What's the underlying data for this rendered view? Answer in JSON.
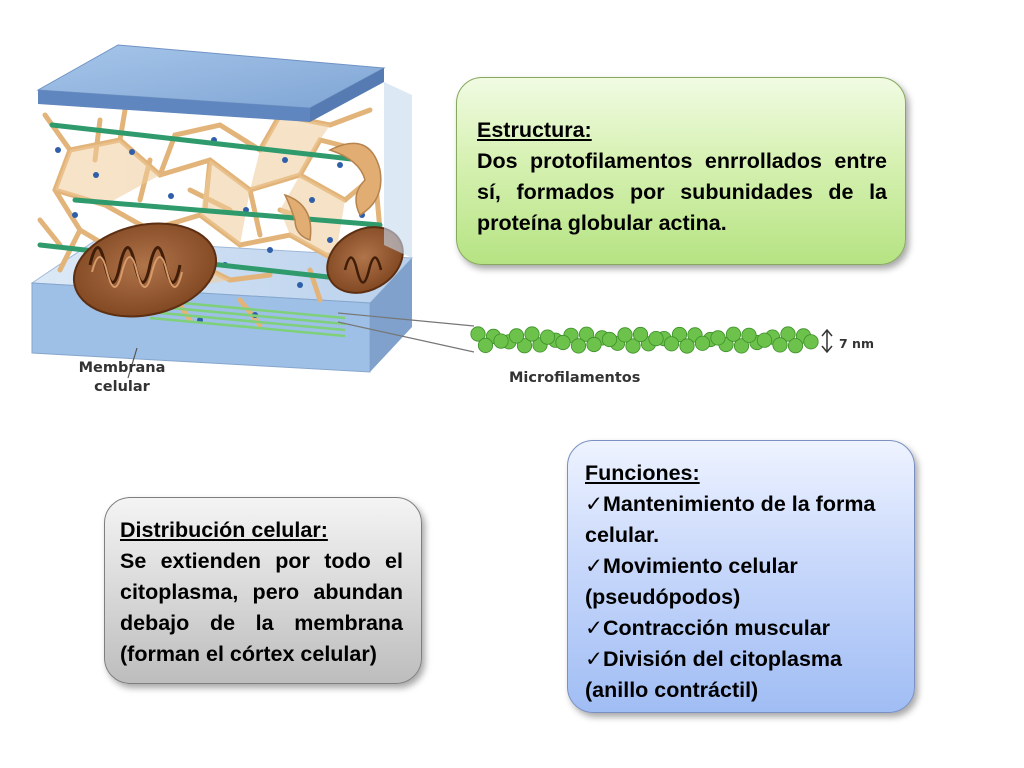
{
  "diagram": {
    "membrane_label_line1": "Membrana",
    "membrane_label_line2": "celular",
    "microfilaments_label": "Microfilamentos",
    "diameter_label": "7 nm"
  },
  "structure_box": {
    "heading": "Estructura:",
    "text": "Dos protofilamentos enrrollados entre sí, formados por subunidades de la proteína globular actina."
  },
  "distribution_box": {
    "heading": "Distribución celular:",
    "text": "Se extienden por todo el citoplasma, pero abundan debajo de la membrana (forman el córtex celular)"
  },
  "functions_box": {
    "heading": "Funciones:",
    "check_symbol": "✓",
    "items": [
      "Mantenimiento de la forma celular.",
      "Movimiento celular (pseudópodos)",
      "Contracción muscular",
      "División del citoplasma (anillo contráctil)"
    ]
  },
  "colors": {
    "structure_box": "#c9ec9c",
    "distribution_box": "#d0d0d0",
    "functions_box": "#b7cdf8",
    "actin_bead": "#6cc24a",
    "membrane": "#8fb2dd",
    "mitochondria": "#9a5a2e",
    "cytoskeleton": "#e5b881"
  }
}
